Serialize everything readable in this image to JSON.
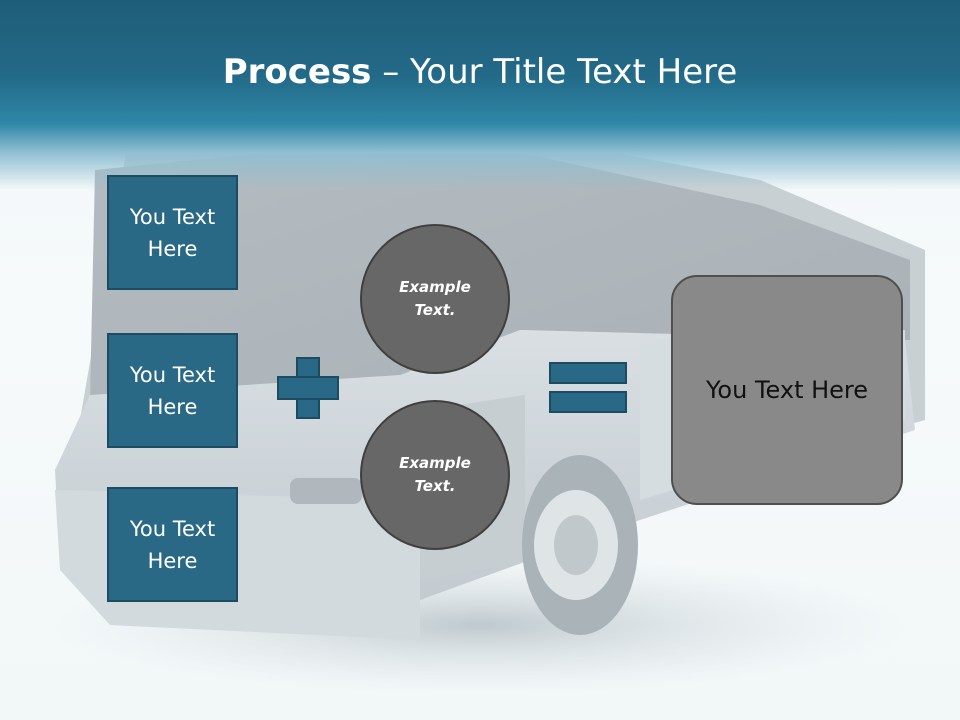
{
  "title": {
    "bold": "Process",
    "rest": " – Your Title Text Here"
  },
  "left_boxes": [
    {
      "label": "You Text Here"
    },
    {
      "label": "You Text Here"
    },
    {
      "label": "You Text Here"
    }
  ],
  "circles": [
    {
      "label": "Example Text."
    },
    {
      "label": "Example Text."
    }
  ],
  "result": {
    "label": "You Text Here"
  },
  "colors": {
    "header": "#236a88",
    "box_fill": "#2a6986",
    "box_border": "#1c4c63",
    "circle_fill": "#676767",
    "result_fill": "#898989"
  },
  "icons": {
    "operator_plus": "plus-icon",
    "operator_equals": "equals-icon",
    "background": "bus-icon"
  }
}
